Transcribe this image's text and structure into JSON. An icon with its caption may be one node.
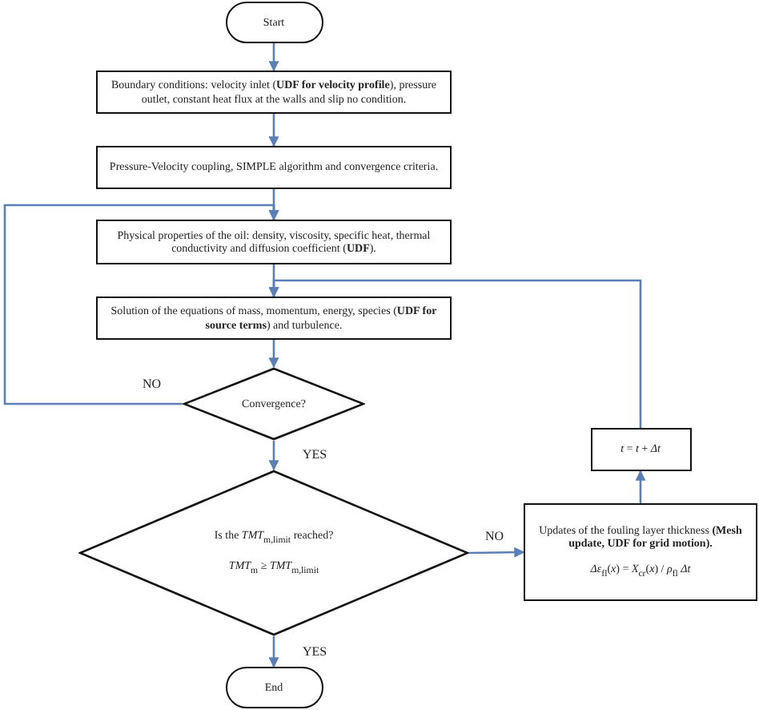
{
  "diagram": {
    "nodes": [
      {
        "text": [
          "Start"
        ]
      },
      {
        "text": [
          "Boundary conditions: velocity inlet (**UDF for velocity profile**), pressure outlet, constant heat flux at the walls and slip no condition."
        ]
      },
      {
        "text": [
          "Pressure-Velocity coupling, SIMPLE algorithm and convergence criteria."
        ]
      },
      {
        "text": [
          "Physical properties of the oil: density, viscosity, specific heat, thermal conductivity and diffusion coefficient (**UDF**)."
        ]
      },
      {
        "text": [
          "Solution of the equations of mass, momentum, energy, species (**UDF for source terms**) and turbulence."
        ]
      },
      {
        "text": [
          "Convergence?"
        ]
      },
      {
        "text": [
          "Is the *TMT*$_{m,limit}$ reached?",
          "*TMT*$_{m}$ ≥ *TMT*$_{m,limit}$"
        ]
      },
      {
        "text": [
          "End"
        ]
      },
      {
        "text": [
          "Updates of the fouling layer thickness **(Mesh update, UDF for grid motion).**",
          "*Δε*$_{fl}$(*x*) = *X*$_{cr}$(*x*) / *ρ*$_{fl}$ *Δt*"
        ]
      },
      {
        "text": [
          "*t* = *t* + *Δt*"
        ]
      }
    ],
    "edges": [
      {
        "from": 0,
        "to": 1,
        "arrow": "to"
      },
      {
        "from": 1,
        "to": 2,
        "arrow": "to"
      },
      {
        "from": 2,
        "to": 3,
        "arrow": "to"
      },
      {
        "from": 3,
        "to": 4,
        "arrow": "to"
      },
      {
        "from": 4,
        "to": 5,
        "arrow": "to"
      },
      {
        "from": 5,
        "to": 3,
        "arrow": "to",
        "label": "NO"
      },
      {
        "from": 5,
        "to": 6,
        "arrow": "to",
        "label": "YES"
      },
      {
        "from": 6,
        "to": 8,
        "arrow": "to",
        "label": "NO"
      },
      {
        "from": 8,
        "to": 9,
        "arrow": "to"
      },
      {
        "from": 9,
        "to": 4,
        "arrow": "to"
      },
      {
        "from": 6,
        "to": 7,
        "arrow": "to",
        "label": "YES"
      }
    ]
  }
}
